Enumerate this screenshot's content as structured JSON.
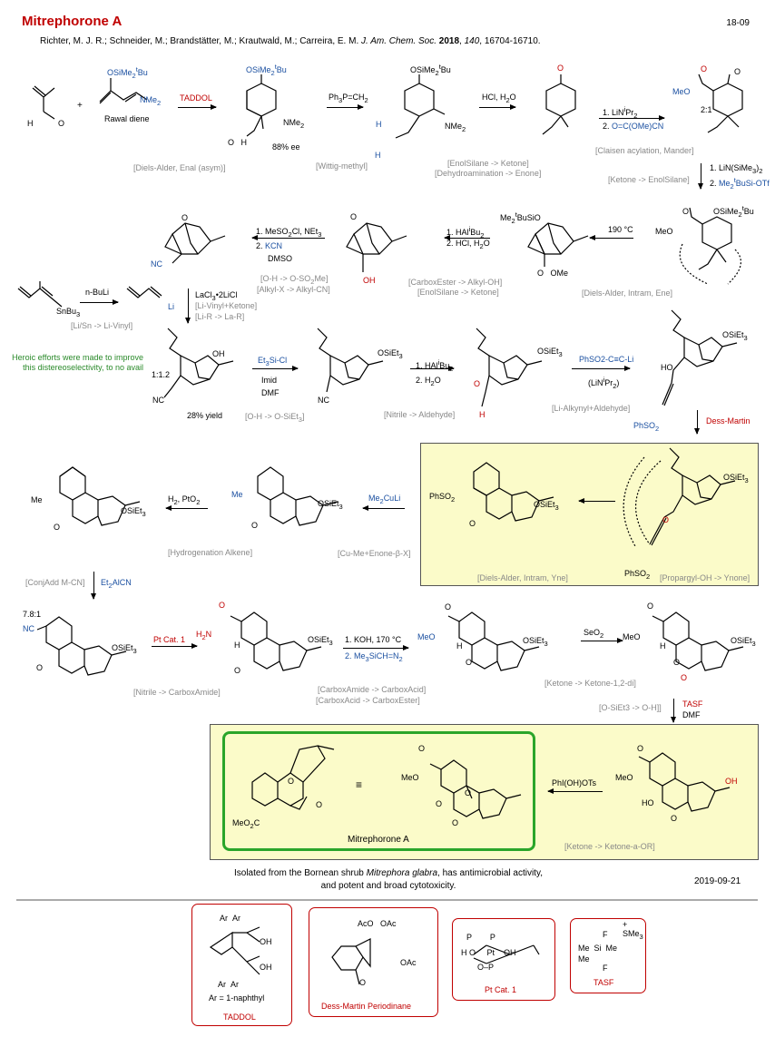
{
  "header": {
    "title": "Mitrephorone A",
    "code": "18-09",
    "reference": {
      "authors": "Richter, M. J. R.; Schneider, M.; Brandstätter, M.; Krautwald, M.; Carreira, E. M.",
      "journal": "J. Am. Chem. Soc.",
      "year": "2018",
      "volume": "140",
      "pages": "16704-16710."
    }
  },
  "row1": {
    "rawal_label": "Rawal diene",
    "reagent1": "TADDOL",
    "ee": "88% ee",
    "reagent2": "Ph3P=CH2",
    "reagent3": "HCl, H2O",
    "reagent4a": "1. LiNiPr2",
    "reagent4b": "2. O=C(OMe)CN",
    "ratio": "2:1",
    "tag1": "[Diels-Alder, Enal (asym)]",
    "tag2": "[Wittig-methyl]",
    "tag3a": "[EnolSilane -> Ketone]",
    "tag3b": "[Dehydroamination -> Enone]",
    "tag4": "[Claisen acylation, Mander]",
    "tag5": "[Ketone -> EnolSilane]",
    "reagent5a": "1. LiN(SiMe3)2",
    "reagent5b": "2. Me2tBuSi-OTf"
  },
  "row2": {
    "reagent_190": "190 °C",
    "tag_da": "[Diels-Alder, Intram, Ene]",
    "reagent_dibal1": "1. HAliBu2",
    "reagent_dibal2": "2. HCl, H2O",
    "tag_red1": "[CarboxEster -> Alkyl-OH]",
    "tag_red2": "[EnolSilane -> Ketone]",
    "reagent_ms1": "1. MeSO2Cl, NEt3",
    "reagent_ms2": "2. KCN",
    "reagent_ms3": "DMSO",
    "tag_ms1": "[O-H -> O-SO2Me]",
    "tag_ms2": "[Alkyl-X -> Alkyl-CN]"
  },
  "row3": {
    "buli": "n-BuLi",
    "tag_li": "[Li/Sn -> Li-Vinyl]",
    "lacl": "LaCl3·2LiCl",
    "tag_la1": "[Li-Vinyl+Ketone]",
    "tag_la2": "[Li-R -> La-R]",
    "heroic": "Heroic efforts were made to improve this distereoselectivity, to no avail",
    "ratio": "1:1.2",
    "yield": "28% yield",
    "reagent_si1": "Et3Si-Cl",
    "reagent_si2": "Imid",
    "reagent_si3": "DMF",
    "tag_si": "[O-H -> O-SiEt3]",
    "reagent_dibal1": "1. HAliBu2",
    "reagent_dibal2": "2. H2O",
    "tag_dibal": "[Nitrile -> Aldehyde]",
    "reagent_alk1": "PhSO2-C≡C-Li",
    "reagent_alk2": "(LiNiPr2)",
    "tag_alk": "[Li-Alkynyl+Aldehyde]",
    "dess": "Dess-Martin"
  },
  "row4": {
    "tag_da2": "[Diels-Alder, Intram, Yne]",
    "tag_prop": "[Propargyl-OH -> Ynone]",
    "reagent_cu": "Me2CuLi",
    "tag_cu": "[Cu-Me+Enone-β-X]",
    "reagent_h2": "H2, PtO2",
    "tag_h2": "[Hydrogenation Alkene]",
    "tag_conj": "[ConjAdd M-CN]",
    "reagent_et2": "Et2AlCN"
  },
  "row5": {
    "ratio": "7.8:1",
    "reagent_pt": "Pt Cat. 1",
    "tag_pt": "[Nitrile -> CarboxAmide]",
    "reagent_koh1": "1. KOH, 170 °C",
    "reagent_koh2": "2. Me3SiCH=N2",
    "tag_koh1": "[CarboxAmide -> CarboxAcid]",
    "tag_koh2": "[CarboxAcid -> CarboxEster]",
    "reagent_seo2": "SeO2",
    "tag_seo2": "[Ketone -> Ketone-1,2-di]",
    "tag_tasf": "[O-SiEt3 -> O-H]]",
    "reagent_tasf1": "TASF",
    "reagent_tasf2": "DMF"
  },
  "row6": {
    "reagent_phi": "PhI(OH)OTs",
    "tag_phi": "[Ketone -> Ketone-a-OR]",
    "product": "Mitrephorone A"
  },
  "footer": {
    "caption_a": "Isolated from the Bornean shrub ",
    "caption_species": "Mitrephora glabra",
    "caption_b": ", has antimicrobial activity,",
    "caption_c": "and potent and broad cytotoxicity.",
    "date": "2019-09-21"
  },
  "legend": [
    {
      "label": "TADDOL",
      "note": "Ar = 1-naphthyl"
    },
    {
      "label": "Dess-Martin Periodinane"
    },
    {
      "label": "Pt Cat. 1"
    },
    {
      "label": "TASF"
    }
  ],
  "colors": {
    "title": "#c00000",
    "reagent_red": "#c00000",
    "reagent_blue": "#1a4fa0",
    "tag_gray": "#888888",
    "highlight_box": "#fbfbc9",
    "product_box": "#2aa52a",
    "note_green": "#2a8a2a"
  }
}
